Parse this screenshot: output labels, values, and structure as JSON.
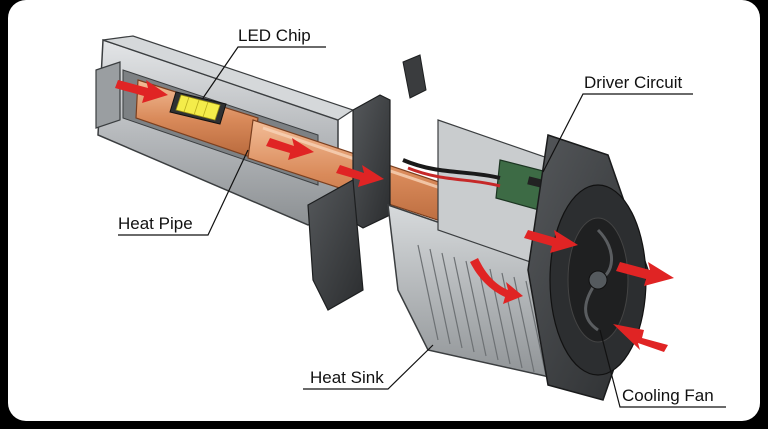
{
  "labels": {
    "led_chip": "LED Chip",
    "driver_circuit": "Driver Circuit",
    "heat_pipe": "Heat Pipe",
    "heat_sink": "Heat Sink",
    "cooling_fan": "Cooling Fan"
  },
  "colors": {
    "metal": "#b9bcbf",
    "metal_dark": "#6e7275",
    "copper": "#d98a5a",
    "copper_light": "#f0b48c",
    "arrow": "#e02424",
    "pcb": "#3d6b45",
    "fan_body": "#3a3c3e",
    "led": "#f4ec4a"
  }
}
